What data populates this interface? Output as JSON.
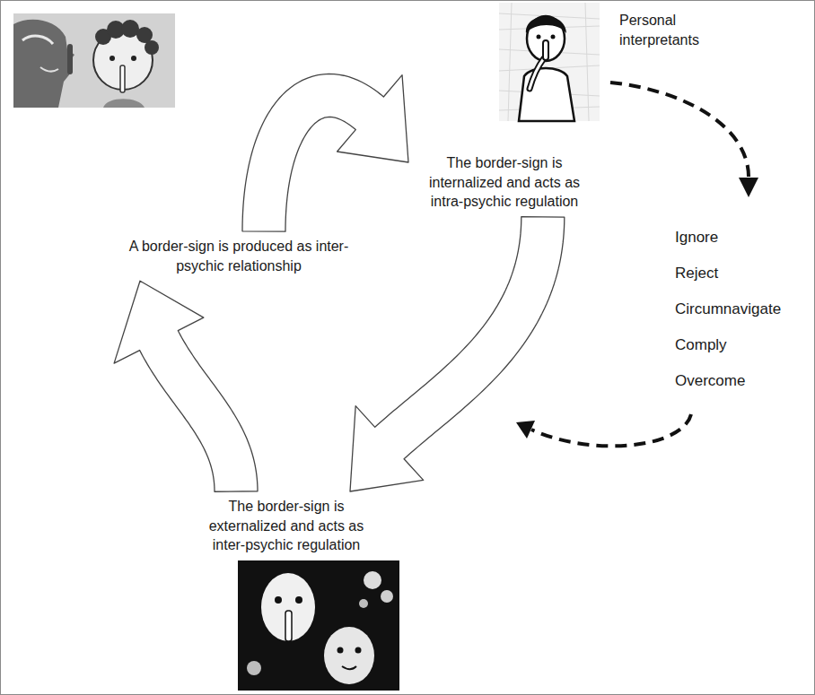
{
  "diagram": {
    "nodes": [
      {
        "text": [
          "A border-sign is produced as inter-psychic relationship"
        ]
      },
      {
        "text": [
          "The border-sign is internalized and acts as intra-psychic regulation"
        ]
      },
      {
        "text": [
          "The border-sign is externalized and acts as inter-psychic regulation"
        ]
      }
    ],
    "edges": [
      {
        "from": 0,
        "to": 1,
        "arrow": "to"
      },
      {
        "from": 1,
        "to": 2,
        "arrow": "to"
      },
      {
        "from": 2,
        "to": 0,
        "arrow": "to"
      }
    ],
    "labels": [
      "Personal interpretants",
      "Ignore",
      "Reject",
      "Circumnavigate",
      "Comply",
      "Overcome"
    ]
  }
}
